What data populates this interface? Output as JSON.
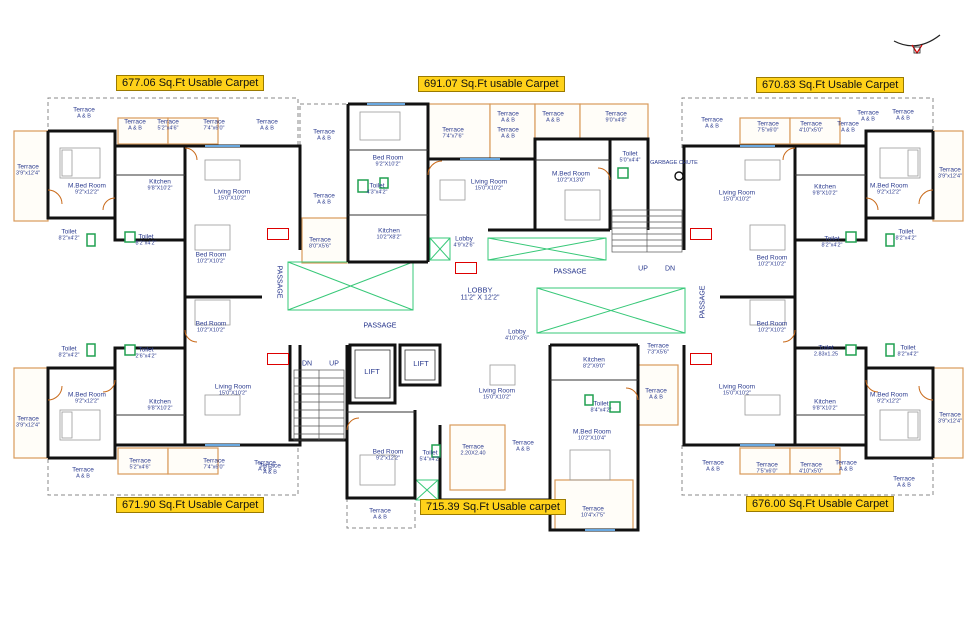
{
  "carpet_badges": [
    "677.06 Sq.Ft Usable Carpet",
    "691.07 Sq.Ft usable Carpet",
    "670.83 Sq.Ft Usable Carpet",
    "671.90 Sq.Ft Usable Carpet",
    "715.39 Sq.Ft Usable carpet",
    "676.00 Sq.Ft Usable Carpet"
  ],
  "rooms": [
    {
      "name": "Terrace",
      "dim": "A & B"
    },
    {
      "name": "Terrace",
      "dim": "A & B"
    },
    {
      "name": "Terrace",
      "dim": "5'2\"x4'6\""
    },
    {
      "name": "Terrace",
      "dim": "7'4\"x6'0\""
    },
    {
      "name": "Terrace",
      "dim": "A & B"
    },
    {
      "name": "Terrace",
      "dim": "3'9\"x12'4\""
    },
    {
      "name": "M.Bed Room",
      "dim": "9'2\"x12'2\""
    },
    {
      "name": "Kitchen",
      "dim": "9'8\"X10'2\""
    },
    {
      "name": "Living Room",
      "dim": "15'0\"X10'2\""
    },
    {
      "name": "Toilet",
      "dim": "8'2\"x4'2\""
    },
    {
      "name": "Toilet",
      "dim": "8'2\"x4'2\""
    },
    {
      "name": "Bed Room",
      "dim": "10'2\"X10'2\""
    },
    {
      "name": "Terrace",
      "dim": "A & B"
    },
    {
      "name": "Bed Room",
      "dim": "9'2\"X10'2\""
    },
    {
      "name": "Terrace",
      "dim": "7'4\"x7'6\""
    },
    {
      "name": "Terrace",
      "dim": "A & B"
    },
    {
      "name": "Terrace",
      "dim": "A & B"
    },
    {
      "name": "Terrace",
      "dim": "A & B"
    },
    {
      "name": "Terrace",
      "dim": "9'0\"x4'8\""
    },
    {
      "name": "Toilet",
      "dim": "5'0\"x4'4\""
    },
    {
      "name": "Living Room",
      "dim": "15'0\"X10'2\""
    },
    {
      "name": "M.Bed Room",
      "dim": "10'2\"X13'0\""
    },
    {
      "name": "Toilet",
      "dim": "4'3\"x4'2\""
    },
    {
      "name": "Terrace",
      "dim": "A & B"
    },
    {
      "name": "Kitchen",
      "dim": "10'2\"X8'2\""
    },
    {
      "name": "Terrace",
      "dim": "8'0\"X5'6\""
    },
    {
      "name": "Lobby",
      "dim": "4'9\"x2'6\""
    },
    {
      "name": "Terrace",
      "dim": "A & B"
    },
    {
      "name": "Terrace",
      "dim": "7'5\"x6'0\""
    },
    {
      "name": "Terrace",
      "dim": "4'10\"x5'0\""
    },
    {
      "name": "Terrace",
      "dim": "A & B"
    },
    {
      "name": "Terrace",
      "dim": "A & B"
    },
    {
      "name": "Terrace",
      "dim": "3'9\"x12'4\""
    },
    {
      "name": "Living Room",
      "dim": "15'0\"X10'2\""
    },
    {
      "name": "Kitchen",
      "dim": "9'8\"X10'2\""
    },
    {
      "name": "M.Bed Room",
      "dim": "9'2\"x12'2\""
    },
    {
      "name": "Toilet",
      "dim": "8'2\"x4'2\""
    },
    {
      "name": "Toilet",
      "dim": "8'2\"x4'2\""
    },
    {
      "name": "Bed Room",
      "dim": "10'2\"X10'2\""
    },
    {
      "name": "Bed Room",
      "dim": "10'2\"X10'2\""
    },
    {
      "name": "Toilet",
      "dim": "8'2\"x4'2\""
    },
    {
      "name": "Toilet",
      "dim": "2'6\"x4'2\""
    },
    {
      "name": "M.Bed Room",
      "dim": "9'2\"x12'2\""
    },
    {
      "name": "Kitchen",
      "dim": "9'8\"X10'2\""
    },
    {
      "name": "Living Room",
      "dim": "15'0\"X10'2\""
    },
    {
      "name": "Terrace",
      "dim": "3'9\"x12'4\""
    },
    {
      "name": "Terrace",
      "dim": "A & B"
    },
    {
      "name": "Terrace",
      "dim": "5'2\"x4'6\""
    },
    {
      "name": "Terrace",
      "dim": "7'4\"x6'0\""
    },
    {
      "name": "Terrace",
      "dim": "A & B"
    },
    {
      "name": "Bed Room",
      "dim": "9'2\"x12'2\""
    },
    {
      "name": "Toilet",
      "dim": "5'4\"x4'2\""
    },
    {
      "name": "Terrace",
      "dim": "2.20X2.40"
    },
    {
      "name": "Terrace",
      "dim": "A & B"
    },
    {
      "name": "Living Room",
      "dim": "15'0\"X10'2\""
    },
    {
      "name": "Kitchen",
      "dim": "8'2\"X9'0\""
    },
    {
      "name": "Terrace",
      "dim": "7'3\"X5'6\""
    },
    {
      "name": "Terrace",
      "dim": "A & B"
    },
    {
      "name": "Toilet",
      "dim": "8'4\"x4'2\""
    },
    {
      "name": "M.Bed Room",
      "dim": "10'2\"X10'4\""
    },
    {
      "name": "Terrace",
      "dim": "10'4\"x7'5\""
    },
    {
      "name": "Lobby",
      "dim": "4'10\"x3'6\""
    },
    {
      "name": "Terrace",
      "dim": "A & B"
    },
    {
      "name": "Bed Room",
      "dim": "10'2\"X10'2\""
    },
    {
      "name": "Toilet",
      "dim": "2.83x1.25"
    },
    {
      "name": "Toilet",
      "dim": "8'2\"x4'2\""
    },
    {
      "name": "Living Room",
      "dim": "15'0\"X10'2\""
    },
    {
      "name": "Kitchen",
      "dim": "9'8\"X10'2\""
    },
    {
      "name": "M.Bed Room",
      "dim": "9'2\"x12'2\""
    },
    {
      "name": "Terrace",
      "dim": "3'9\"x12'4\""
    },
    {
      "name": "Terrace",
      "dim": "A & B"
    },
    {
      "name": "Terrace",
      "dim": "7'5\"x6'0\""
    },
    {
      "name": "Terrace",
      "dim": "4'10\"x5'0\""
    },
    {
      "name": "Terrace",
      "dim": "A & B"
    },
    {
      "name": "Terrace",
      "dim": "A & B"
    },
    {
      "name": "Terrace",
      "dim": "A & B"
    },
    {
      "name": "Terrace",
      "dim": "A & B"
    }
  ],
  "lobby": {
    "name": "LOBBY",
    "dim": "11'2\" X 12'2\""
  },
  "passages": [
    "PASSAGE",
    "PASSAGE",
    "PASSAGE",
    "PASSAGE"
  ],
  "lifts": [
    "LIFT",
    "LIFT"
  ],
  "stair_marks": [
    "UP",
    "DN",
    "DN",
    "UP"
  ],
  "garbage_chute": "GARBAGE CHUTE",
  "colors": {
    "wall": "#111111",
    "terrace_edge": "#d99a5a",
    "shaft_green": "#37c878",
    "door": "#c96a1a",
    "text": "#2b3b8f",
    "badge": "#ffd21a"
  }
}
